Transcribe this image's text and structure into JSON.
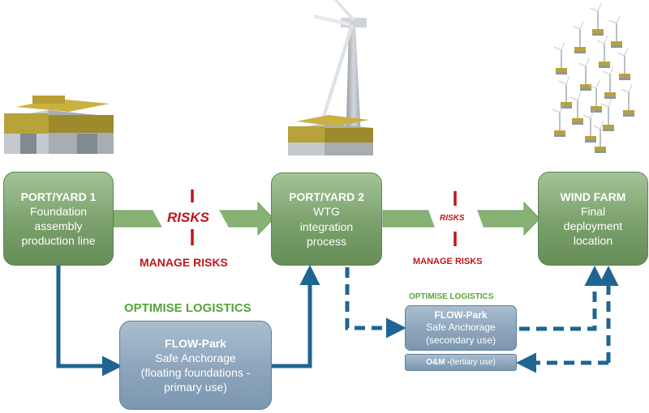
{
  "nodes": {
    "port1": {
      "title": "PORT/YARD 1",
      "lines": [
        "Foundation",
        "assembly",
        "production line"
      ]
    },
    "port2": {
      "title": "PORT/YARD 2",
      "lines": [
        "WTG",
        "integration",
        "process"
      ]
    },
    "farm": {
      "title": "WIND FARM",
      "lines": [
        "Final",
        "deployment",
        "location"
      ]
    },
    "flowpark_primary": {
      "title": "FLOW-Park",
      "lines": [
        "Safe Anchorage",
        "(floating foundations -",
        "primary use)"
      ]
    },
    "flowpark_secondary": {
      "title": "FLOW-Park",
      "lines": [
        "Safe Anchorage",
        "(secondary use)"
      ]
    },
    "om": {
      "title": "O&M -",
      "rest": " (tertiary use)"
    }
  },
  "labels": {
    "risks_1": "RISKS",
    "risks_2": "RISKS",
    "manage_1": "MANAGE RISKS",
    "manage_2": "MANAGE RISKS",
    "optimise_1": "OPTIMISE LOGISTICS",
    "optimise_2": "OPTIMISE LOGISTICS"
  },
  "illustrations": [
    "floating-foundation-icon",
    "foundation-with-turbine-icon",
    "wind-farm-array-icon"
  ],
  "colors": {
    "node_green": "#7aa06c",
    "node_blue": "#8aa3ba",
    "arrow_green": "#86b374",
    "flow_blue": "#1e6592",
    "risk_red": "#c0161c",
    "optimise_green": "#58a43a"
  }
}
